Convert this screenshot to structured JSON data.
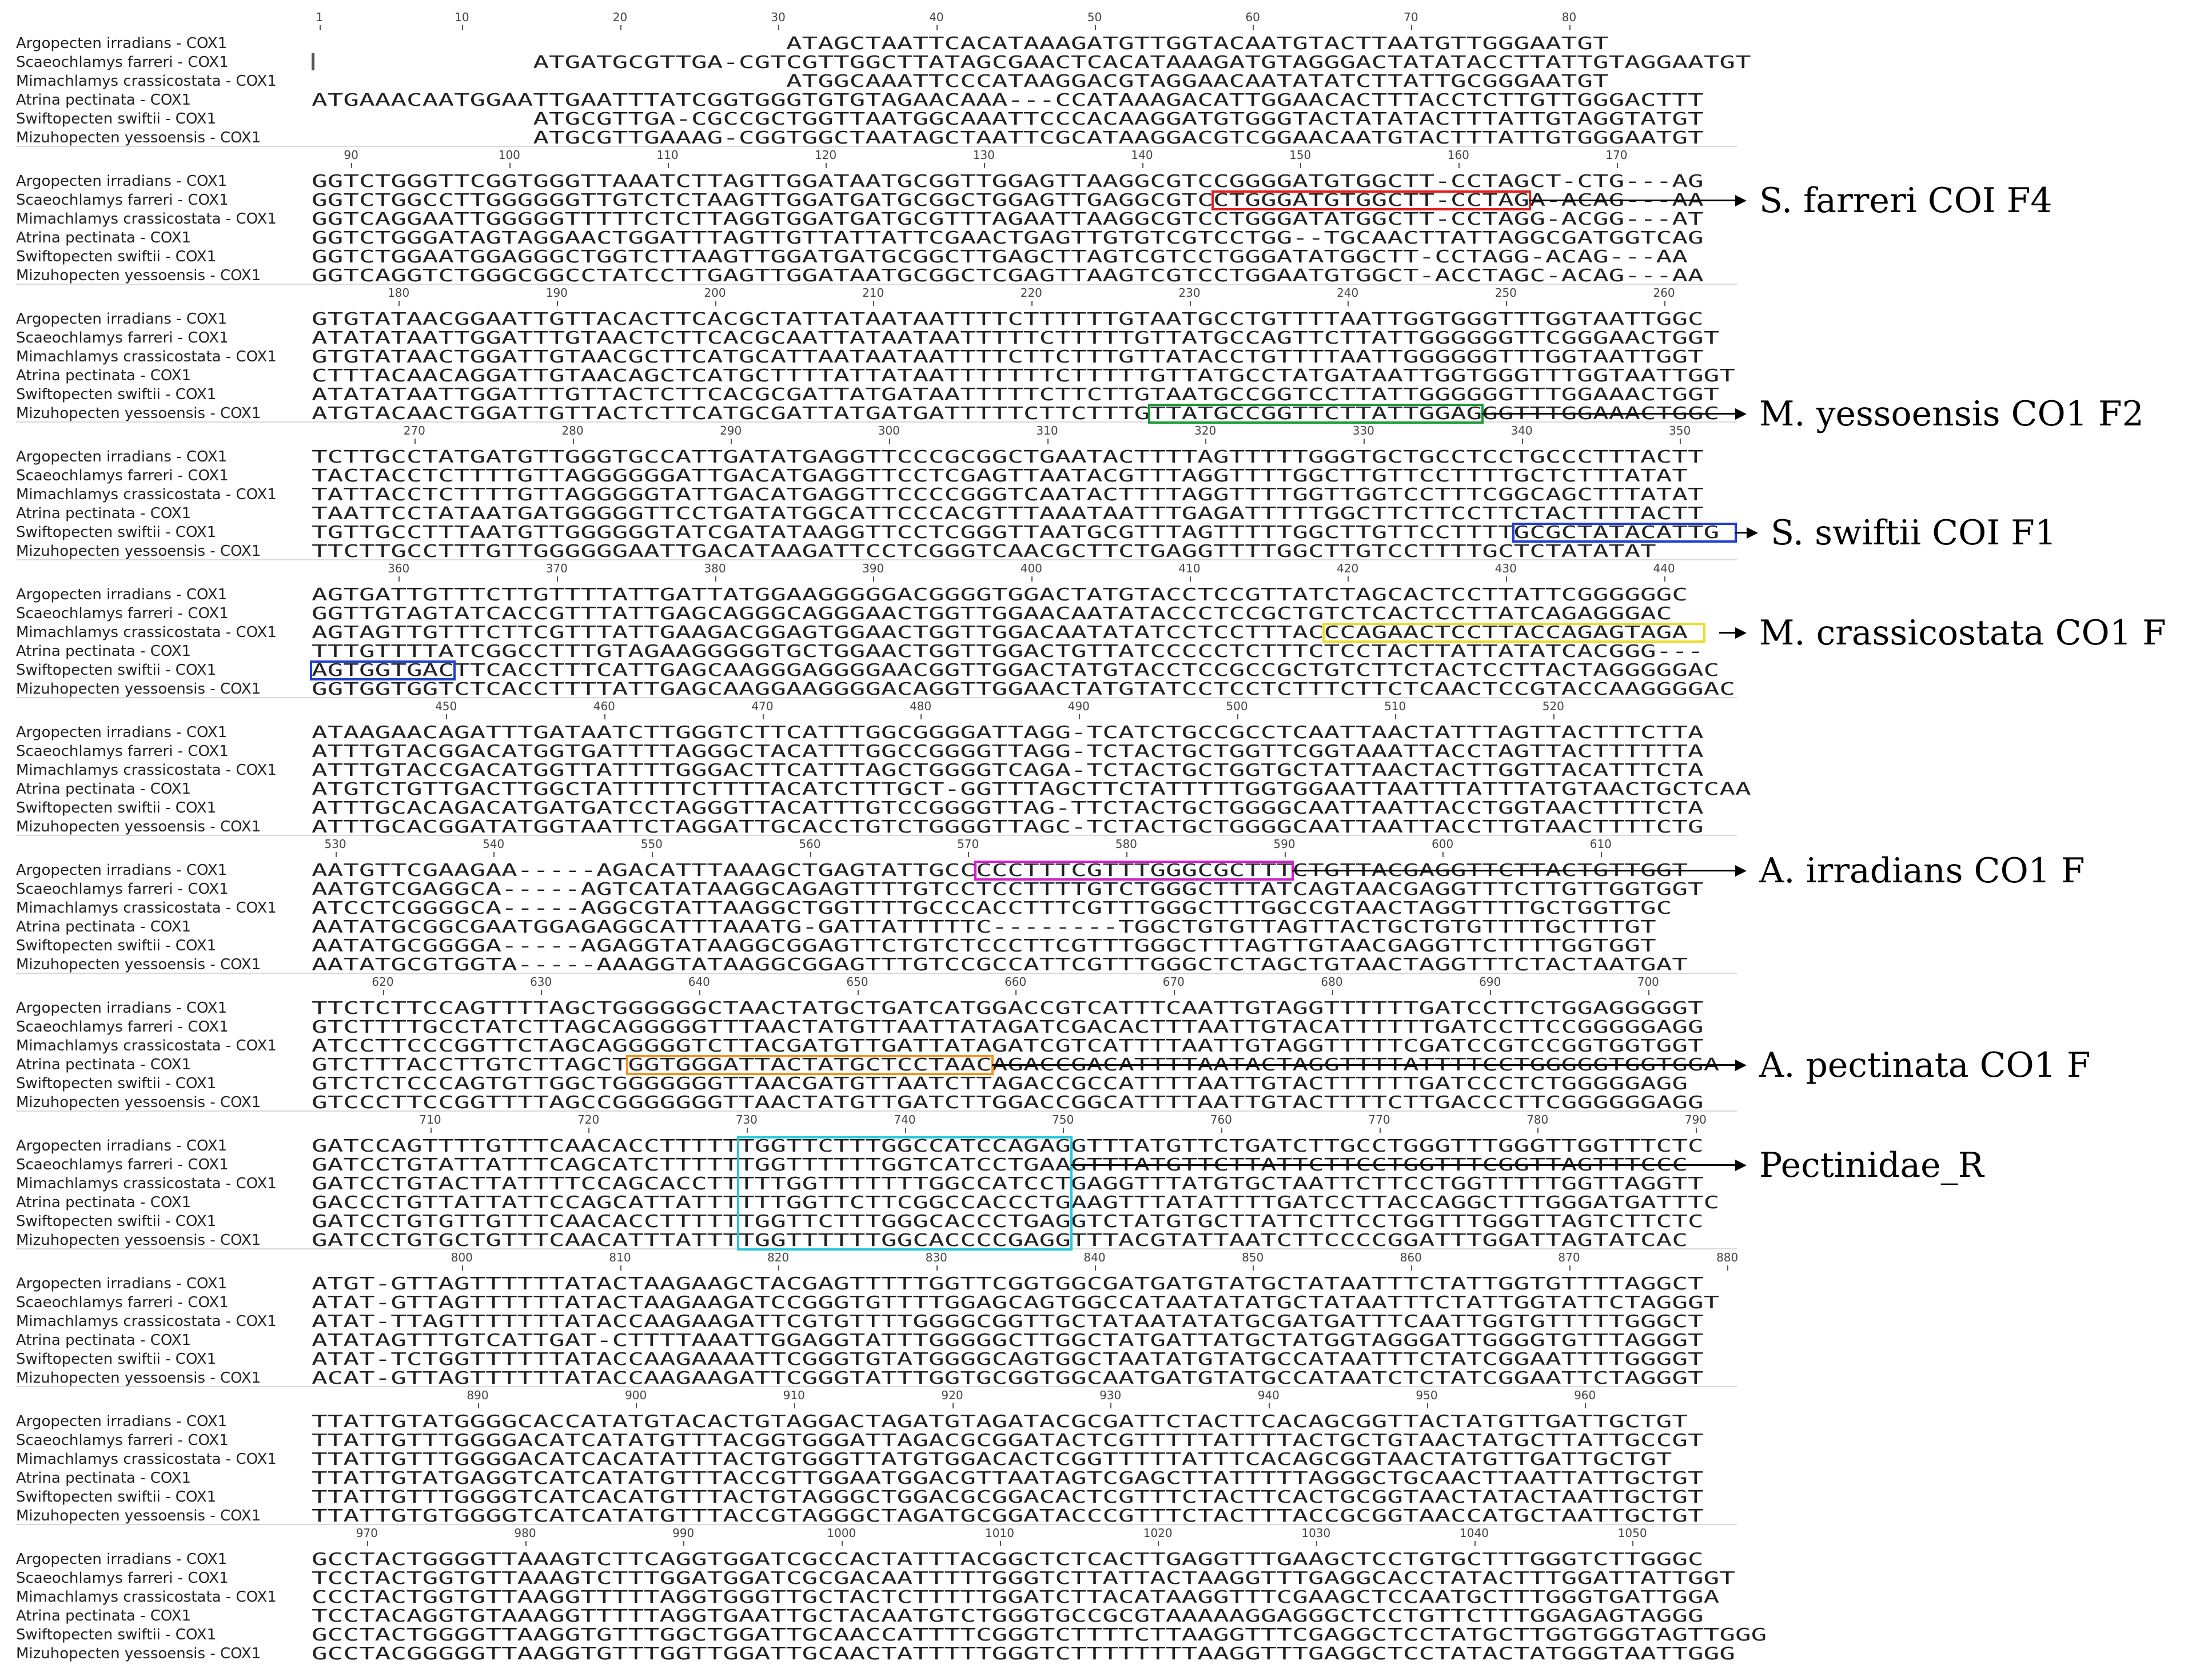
{
  "species": [
    "Argopecten irradians - COX1",
    "Scaeochlamys farreri - COX1",
    "Mimachlamys crassicostata - COX1",
    "Atrina pectinata - COX1",
    "Swiftopecten swiftii - COX1",
    "Mizuhopecten yessoensis - COX1"
  ],
  "blocks": [
    {
      "rule": [
        [
          "1",
          0
        ],
        [
          "10",
          9
        ],
        [
          "20",
          19
        ],
        [
          "30",
          29
        ],
        [
          "40",
          39
        ],
        [
          "50",
          49
        ],
        [
          "60",
          59
        ],
        [
          "70",
          69
        ],
        [
          "80",
          79
        ]
      ],
      "rows": [
        "                              ATAGCTAATTCACATAAAGATGTTGGTACAATGTACTTAATGTTGGGAATGT",
        "              ATGATGCGTTGA-CGTCGTTGGCTTATAGCGAACTCACATAAAGATGTAGGGACTATATACCTTATTGTAGGAATGT",
        "                              ATGGCAAATTCCCATAAGGACGTAGGAACAATATATCTTATTGCGGGAATGT",
        "ATGAAACAATGGAATTGAATTTATCGGTGGGTGTGTAGAACAAA---CCATAAAGACATTGGAACACTTTACCTCTTGTTGGGACTTT",
        "              ATGCGTTGA-CGCCGCTGGTTAATGGCAAATTCCCACAAGGATGTGGGTACTATATACTTTATTGTAGGTATGT",
        "              ATGCGTTGAAAG-CGGTGGCTAATAGCTAATTCGCATAAGGACGTCGGAACAATGTACTTTATTGTGGGAATGT"
      ]
    },
    {
      "rule": [
        [
          "90",
          2
        ],
        [
          "100",
          12
        ],
        [
          "110",
          22
        ],
        [
          "120",
          32
        ],
        [
          "130",
          42
        ],
        [
          "140",
          52
        ],
        [
          "150",
          62
        ],
        [
          "160",
          72
        ],
        [
          "170",
          82
        ]
      ],
      "rows": [
        "GGTCTGGGTTCGGTGGGTTAAATCTTAGTTGGATAATGCGGTTGGAGTTAAGGCGTCCGGGGATGTGGCTT-CCTAGCT-CTG---AG",
        "GGTCTGGCCTTGGGGGGTTGTCTCTAAGTTGGATGATGCGGCTGGAGTTGAGGCGTCCTGGGATGTGGCTT-CCTAGA-ACAG---AA",
        "GGTCAGGAATTGGGGGTTTTTCTCTTAGGTGGATGATGCGTTTAGAATTAAGGCGTCCTGGGATATGGCTT-CCTAGG-ACGG---AT",
        "GGTCTGGGATAGTAGGAACTGGATTTAGTTGTTATTATTCGAACTGAGTTGTGTCGTCCTGG--TGCAACTTATTAGGCGATGGTCAG",
        "GGTCTGGAATGGAGGGCTGGTCTTAAGTTGGATGATGCGGCTTGAGCTTAGTCGTCCTGGGATATGGCTT-CCTAGG-ACAG---AA",
        "GGTCAGGTCTGGGCGGCCTATCCTTGAGTTGGATAATGCGGCTCGAGTTAAGTCGTCCTGGAATGTGGCT-ACCTAGC-ACAG---AA"
      ]
    },
    {
      "rule": [
        [
          "180",
          5
        ],
        [
          "190",
          15
        ],
        [
          "200",
          25
        ],
        [
          "210",
          35
        ],
        [
          "220",
          45
        ],
        [
          "230",
          55
        ],
        [
          "240",
          65
        ],
        [
          "250",
          75
        ],
        [
          "260",
          85
        ]
      ],
      "rows": [
        "GTGTATAACGGAATTGTTACACTTCACGCTATTATAATAATTTTCTTTTTTGTAATGCCTGTTTTAATTGGTGGGTTTGGTAATTGGC",
        "ATATATAATTGGATTTGTAACTCTTCACGCAATTATAATAATTTTTCTTTTTGTTATGCCAGTTCTTATTGGGGGGTTCGGGAACTGGT",
        "GTGTATAACTGGATTGTAACGCTTCATGCATTAATAATAATTTTCTTCTTTGTTATACCTGTTTTAATTGGGGGGTTTGGTAATTGGT",
        "CTTTACAACAGGATTGTAACAGCTCATGCTTTTATTATAATTTTTTTCTTTTTGTTATGCCTATGATAATTGGTGGGTTTGGTAATTGGT",
        "ATATATAATTGGATTTGTTACTCTTCACGCGATTATGATAATTTTTCTTCTTGTAATGCCGGTCCTTATTGGGGGGTTTGGAAACTGGT",
        "ATGTACAACTGGATTGTTACTCTTCATGCGATTATGATGATTTTTCTTCTTTGTTATGCCGGTTCTTATTGGAGGGTTTGGAAACTGGC"
      ]
    },
    {
      "rule": [
        [
          "270",
          6
        ],
        [
          "280",
          16
        ],
        [
          "290",
          26
        ],
        [
          "300",
          36
        ],
        [
          "310",
          46
        ],
        [
          "320",
          56
        ],
        [
          "330",
          66
        ],
        [
          "340",
          76
        ],
        [
          "350",
          86
        ]
      ],
      "rows": [
        "TCTTGCCTATGATGTTGGGTGCCATTGATATGAGGTTCCCGCGGCTGAATACTTTTAGTTTTTGGGTGCTGCCTCCTGCCCTTTACTT",
        "TACTACCTCTTTTGTTAGGGGGGATTGACATGAGGTTCCTCGAGTTAATACGTTTAGGTTTTGGCTTGTTCCTTTTGCTCTTTATAT",
        "TATTACCTCTTTTGTTAGGGGGTATTGACATGAGGTTCCCCGGGTCAATACTTTTAGGTTTTGGTTGGTCCTTTCGGCAGCTTTATAT",
        "TAATTCCTATAATGATGGGGGTTCCTGATATGGCATTCCCACGTTTAAATAATTTGAGATTTTTGGCTTCTTCCTTCTACTTTTACTT",
        "TGTTGCCTTTAATGTTGGGGGGTATCGATATAAGGTTCCTCGGGTTAATGCGTTTAGTTTTTGGCTTGTTCCTTTTGCGCTATACATTG",
        "TTCTTGCCTTTGTTGGGGGGAATTGACATAAGATTCCTCGGGTCAACGCTTCTGAGGTTTTGGCTTGTCCTTTTGCTCTATATAT"
      ]
    },
    {
      "rule": [
        [
          "360",
          5
        ],
        [
          "370",
          15
        ],
        [
          "380",
          25
        ],
        [
          "390",
          35
        ],
        [
          "400",
          45
        ],
        [
          "410",
          55
        ],
        [
          "420",
          65
        ],
        [
          "430",
          75
        ],
        [
          "440",
          85
        ]
      ],
      "rows": [
        "AGTGATTGTTTCTTGTTTTATTGATTATGGAAGGGGGACGGGGTGGACTATGTACCTCCGTTATCTAGCACTCCTTATTCGGGGGGC",
        "GGTTGTAGTATCACCGTTTATTGAGCAGGGCAGGGAACTGGTTGGAACAATATACCCTCCGCTGTCTCACTCCTTATCAGAGGGAC",
        "AGTAGTTGTTTCTTCGTTTATTGAAGACGGAGTGGAACTGGTTGGACAATATATCCTCCTTTACCCAGAACTCCTTACCAGAGTAGA",
        "TTTGTTTTATCGGCCTTTGTAGAAGGGGGTGCTGGAACTGGTTGGACTGTTATCCCCCTCTTTCTCCTACTTATTATATCACGGG---",
        "AGTGGTGACTTCACCTTTCATTGAGCAAGGGAGGGGAACGGTTGGACTATGTACCTCCGCCGCTGTCTTCTACTCCTTACTAGGGGGAC",
        "GGTGGTGGTCTCACCTTTTATTGAGCAAGGAAGGGGACAGGTTGGAACTATGTATCCTCCTCTTTCTTCTCAACTCCGTACCAAGGGGAC"
      ]
    },
    {
      "rule": [
        [
          "450",
          8
        ],
        [
          "460",
          18
        ],
        [
          "470",
          28
        ],
        [
          "480",
          38
        ],
        [
          "490",
          48
        ],
        [
          "500",
          58
        ],
        [
          "510",
          68
        ],
        [
          "520",
          78
        ]
      ],
      "rows": [
        "ATAAGAACAGATTTGATAATCTTGGGTCTTCATTTGGCGGGGATTAGG-TCATCTGCCGCCTCAATTAACTATTTAGTTACTTTCTTA",
        "ATTTGTACGGACATGGTGATTTTAGGGCTACATTTGGCCGGGGTTAGG-TCTACTGCTGGTTCGGTAAATTACCTAGTTACTTTTTTA",
        "ATTTGTACCGACATGGTTATTTTGGGACTTCATTTAGCTGGGGTCAGA-TCTACTGCTGGTGCTATTAACTACTTGGTTACATTTCTA",
        "ATGTCTGTTGACTTGGCTATTTTTCTTTTACATCTTTGCT-GGTTTAGCTTCTATTTTTGGTGGAATTAATTTATTTATGTAACTGCTCAA",
        "ATTTGCACAGACATGATGATCCTAGGGTTACATTTGTCCGGGGTTAG-TTCTACTGCTGGGGCAATTAATTACCTGGTAACTTTTCTA",
        "ATTTGCACGGATATGGTAATTCTAGGATTGCACCTGTCTGGGGTTAGC-TCTACTGCTGGGGCAATTAATTACCTTGTAACTTTTCTG"
      ]
    },
    {
      "rule": [
        [
          "530",
          1
        ],
        [
          "540",
          11
        ],
        [
          "550",
          21
        ],
        [
          "560",
          31
        ],
        [
          "570",
          41
        ],
        [
          "580",
          51
        ],
        [
          "590",
          61
        ],
        [
          "600",
          71
        ],
        [
          "610",
          81
        ]
      ],
      "rows": [
        "AATGTTCGAAGAA-----AGACATTTAAAGCTGAGTATTGCCCCCTTTCGTTTGGGCGCTTTCTGTTACGAGGTTCTTACTGTTGGT",
        "AATGTCGAGGCA-----AGTCATATAAGGCAGAGTTTTGTCCTCCTTTTGTCTGGGCTTTATCAGTAACGAGGTTTCTTGTTGGTGGT",
        "ATCCTCGGGGCA-----AGGCGTATTAAGGCTGGTTTTGCCCACCTTTCGTTTGGGCTTTGGCCGTAACTAGGTTTTGCTGGTTGC",
        "AATATGCGGCGAATGGAGAGGCATTTAAATG-GATTATTTTTC--------TGGCTGTGTTAGTTACTGCTGTGTTTTGCTTTGT",
        "AATATGCGGGGA-----AGAGGTATAAGGCGGAGTTCTGTCTCCCTTCGTTTGGGCTTTAGTTGTAACGAGGTTCTTTTGGTGGT",
        "AATATGCGTGGTA-----AAAGGTATAAGGCGGAGTTTGTCCGCCATTCGTTTGGGCTCTAGCTGTAACTAGGTTTCTACTAATGAT"
      ]
    },
    {
      "rule": [
        [
          "620",
          4
        ],
        [
          "630",
          14
        ],
        [
          "640",
          24
        ],
        [
          "650",
          34
        ],
        [
          "660",
          44
        ],
        [
          "670",
          54
        ],
        [
          "680",
          64
        ],
        [
          "690",
          74
        ],
        [
          "700",
          84
        ]
      ],
      "rows": [
        "TTCTCTTCCAGTTTTAGCTGGGGGGCTAACTATGCTGATCATGGACCGTCATTTCAATTGTAGGTTTTTTGATCCTTCTGGAGGGGGT",
        "GTCTTTTGCCTATCTTAGCAGGGGGTTTAACTATGTTAATTATAGATCGACACTTTAATTGTACATTTTTTGATCCTTCCGGGGGAGG",
        "ATCCTTCCCGGTTCTAGCAGGGGGTCTTACGATGTTGATTATAGATCGTCATTTTAATTGTAGGTTTTTCGATCCGTCCGGTGGTGGT",
        "GTCTTTACCTTGTCTTAGCTGGTGGGATTACTATGCTCCTAACAGACCGACATTTTAATACTAGGTTTTATTTTCCTGGGGGTGGTGGA",
        "GTCTCTCCCAGTGTTGGCTGGGGGGGTTAACGATGTTAATCTTAGACCGCCATTTTAATTGTACTTTTTTGATCCCTCTGGGGGAGG",
        "GTCCCTTCCGGTTTTAGCCGGGGGGGTTAACTATGTTGATCTTGGACCGGCATTTTAATTGTACTTTTCTTGACCCTTCGGGGGGAGG"
      ]
    },
    {
      "rule": [
        [
          "710",
          7
        ],
        [
          "720",
          17
        ],
        [
          "730",
          27
        ],
        [
          "740",
          37
        ],
        [
          "750",
          47
        ],
        [
          "760",
          57
        ],
        [
          "770",
          67
        ],
        [
          "780",
          77
        ],
        [
          "790",
          87
        ]
      ],
      "rows": [
        "GATCCAGTTTTGTTTCAACACCTTTTTTGGTTCTTTGGCCATCCAGAGGTTTATGTTCTGATCTTGCCTGGGTTTGGGTTGGTTTCTC",
        "GATCCTGTATTATTTCAGCATCTTTTTTGGTTTTTTGGTCATCCTGAAGTTTATGTTCTTATTCTTCCTGGTTTCGGTTAGTTTCCC",
        "GATCCTGTACTTATTTTCCAGCACCTTTTTGGTTTTTTTGGCCATCCTGAGGTTTATGTGCTAATTCTTCCTGGTTTTTGGTTAGGTT",
        "GACCCTGTTATTATTCCAGCATTATTTTTTGGTTCTTCGGCCACCCTGAAGTTTATATTTTGATCCTTACCAGGCTTTGGGATGATTTC",
        "GATCCTGTGTTGTTTCAACACCTTTTTTGGTTCTTTGGGCACCCTGAGGTCTATGTGCTTATTCTTCCTGGTTTGGGTTAGTCTTCTC",
        "GATCCTGTGCTGTTTCAACATTTATTTTGGTTTTTTGGCACCCCGAGGTTTACGTATTAATCTTCCCCGGATTTGGATTAGTATCAC"
      ]
    },
    {
      "rule": [
        [
          "800",
          9
        ],
        [
          "810",
          19
        ],
        [
          "820",
          29
        ],
        [
          "830",
          39
        ],
        [
          "840",
          49
        ],
        [
          "850",
          59
        ],
        [
          "860",
          69
        ],
        [
          "870",
          79
        ],
        [
          "880",
          89
        ]
      ],
      "rows": [
        "ATGT-GTTAGTTTTTTATACTAAGAAGCTACGAGTTTTTGGTTCGGTGGCGATGATGTATGCTATAATTTCTATTGGTGTTTTAGGCT",
        "ATAT-GTTAGTTTTTTATACTAAGAAGATCCGGGTGTTTTGGAGCAGTGGCCATAATATATGCTATAATTTCTATTGGTATTCTAGGGT",
        "ATAT-TTAGTTTTTTTATACCAAGAAGATTCGTGTTTTGGGGCGGTTGCTATAATATATGCGATGATTTCAATTGGTGTTTTTGGGCT",
        "ATATAGTTTGTCATTGAT-CTTTTAAATTGGAGGTATTTGGGGGCTTGGCTATGATTATGCTATGGTAGGGATTGGGGTGTTTAGGGT",
        "ATAT-TCTGGTTTTTTATACCAAGAAAATTCGGGTGTATGGGGCAGTGGCTAATATGTATGCCATAATTTCTATCGGAATTTTGGGGT",
        "ACAT-GTTAGTTTTTTATACCAAGAAGATTCGGGTATTTGGTGCGGTGGCAATGATGTATGCCATAATCTCTATCGGAATTCTAGGGT"
      ]
    },
    {
      "rule": [
        [
          "890",
          10
        ],
        [
          "900",
          20
        ],
        [
          "910",
          30
        ],
        [
          "920",
          40
        ],
        [
          "930",
          50
        ],
        [
          "940",
          60
        ],
        [
          "950",
          70
        ],
        [
          "960",
          80
        ]
      ],
      "rows": [
        "TTATTGTATGGGGCACCATATGTACACTGTAGGACTAGATGTAGATACGCGATTCTACTTCACAGCGGTTACTATGTTGATTGCTGT",
        "TTATTGTTTGGGGACATCATATGTTTACGGTGGGATTAGACGCGGATACTCGTTTTTATTTTACTGCTGTAACTATGCTTATTGCCGT",
        "TTATTGTTTGGGGACATCACATATTTACTGTGGGTTATGTGGACACTCGGTTTTTATTTCACAGCGGTAACTATGTTGATTGCTGT",
        "TTATTGTATGAGGTCATCATATGTTTACCGTTGGAATGGACGTTAATAGTCGAGCTTATTTTTAGGGCTGCAACTTAATTATTGCTGT",
        "TTATTGTTTGGGGTCATCACATGTTTACTGTAGGGCTGGACGCGGACACTCGTTTCTACTTCACTGCGGTAACTATACTAATTGCTGT",
        "TTATTGTGTGGGGTCATCATATGTTTACCGTAGGGCTAGATGCGGATACCCGTTTCTACTTTACCGCGGTAACCATGCTAATTGCTGT"
      ]
    },
    {
      "rule": [
        [
          "970",
          3
        ],
        [
          "980",
          13
        ],
        [
          "990",
          23
        ],
        [
          "1000",
          33
        ],
        [
          "1010",
          43
        ],
        [
          "1020",
          53
        ],
        [
          "1030",
          63
        ],
        [
          "1040",
          73
        ],
        [
          "1050",
          83
        ]
      ],
      "rows": [
        "GCCTACTGGGGTTAAAGTCTTCAGGTGGATCGCCACTATTTACGGCTCTCACTTGAGGTTTGAAGCTCCTGTGCTTTGGGTCTTGGGC",
        "TCCTACTGGTGTTAAAGTCTTTGGATGGATCGCGACAATTTTTGGGTCTTATTACTAAGGTTTGAGGCACCTATACTTTGGATTATTGGT",
        "CCCTACTGGTGTTAAGGTTTTTAGGTGGGTTGCTACTCTTTTTGGATCTTACATAAGGTTTCGAAGCTCCAATGCTTTGGGTGATTGGA",
        "TCCTACAGGTGTAAAGGTTTTTAGGTGAATTGCTACAATGTCTGGGTGCCGCGTAAAAAGGAGGGCTCCTGTTCTTTGGAGAGTAGGG",
        "GCCTACTGGGGTTAAGGTGTTTGGCTGGATTGCAACCATTTTCGGGTCTTTTCTTAAGGTTTCGAGGCTCCTATGCTTGGTGGGTAGTTGGG",
        "GCCTACGGGGGTTAAGGTGTTTGGTTGGATTGCAACTATTTTTGGGTCTTTTTTTTAAGGTTTGAGGCTCCTATACTATGGGTAATTGGG"
      ]
    }
  ],
  "highlights": [
    {
      "color": "#e0201c",
      "block": 1,
      "rowFrom": 1,
      "rowTo": 1,
      "colFrom": 57,
      "colTo": 76
    },
    {
      "color": "#1e9a3c",
      "block": 2,
      "rowFrom": 5,
      "rowTo": 5,
      "colFrom": 53,
      "colTo": 73
    },
    {
      "color": "#1f3fd0",
      "block": 3,
      "rowFrom": 4,
      "rowTo": 4,
      "colFrom": 76,
      "colTo": 89
    },
    {
      "color": "#1f3fd0",
      "block": 4,
      "rowFrom": 4,
      "rowTo": 4,
      "colFrom": 0,
      "colTo": 8
    },
    {
      "color": "#e8e02a",
      "block": 4,
      "rowFrom": 2,
      "rowTo": 2,
      "colFrom": 64,
      "colTo": 87
    },
    {
      "color": "#d21fd0",
      "block": 6,
      "rowFrom": 0,
      "rowTo": 0,
      "colFrom": 42,
      "colTo": 61
    },
    {
      "color": "#f0961e",
      "block": 7,
      "rowFrom": 3,
      "rowTo": 3,
      "colFrom": 20,
      "colTo": 42
    },
    {
      "color": "#29c8dc",
      "block": 8,
      "rowFrom": 0,
      "rowTo": 5,
      "colFrom": 27,
      "colTo": 47
    }
  ],
  "annotations": [
    {
      "label": "S. farreri COI F4",
      "block": 1,
      "row": 1,
      "fromCol": 77
    },
    {
      "label": "M. yessoensis CO1 F2",
      "block": 2,
      "row": 5,
      "fromCol": 74
    },
    {
      "label": "S. swiftii COI F1",
      "block": 3,
      "row": 4,
      "fromCol": 90
    },
    {
      "label": "M. crassicostata CO1 F",
      "block": 4,
      "row": 2,
      "fromCol": 89
    },
    {
      "label": "A. irradians CO1 F",
      "block": 6,
      "row": 0,
      "fromCol": 62
    },
    {
      "label": "A. pectinata CO1 F",
      "block": 7,
      "row": 3,
      "fromCol": 43
    },
    {
      "label": "Pectinidae_R",
      "block": 8,
      "row": 1,
      "fromCol": 48
    }
  ]
}
